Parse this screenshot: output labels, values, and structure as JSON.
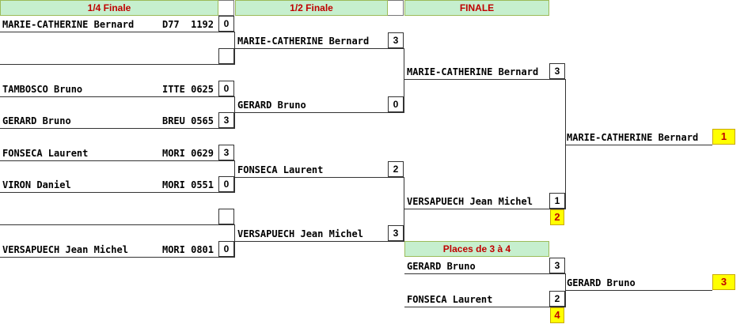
{
  "headers": {
    "quarter": "1/4 Finale",
    "semi": "1/2 Finale",
    "final": "FINALE",
    "places": "Places de 3 à 4"
  },
  "quarter": [
    {
      "name": "MARIE-CATHERINE Bernard",
      "club": "D77  1192",
      "score": "0"
    },
    {
      "name": "",
      "club": "",
      "score": ""
    },
    {
      "name": "TAMBOSCO Bruno",
      "club": "ITTE 0625",
      "score": "0"
    },
    {
      "name": "GERARD Bruno",
      "club": "BREU 0565",
      "score": "3"
    },
    {
      "name": "FONSECA Laurent",
      "club": "MORI 0629",
      "score": "3"
    },
    {
      "name": "VIRON Daniel",
      "club": "MORI 0551",
      "score": "0"
    },
    {
      "name": "",
      "club": "",
      "score": ""
    },
    {
      "name": "VERSAPUECH Jean Michel",
      "club": "MORI 0801",
      "score": "0"
    }
  ],
  "semi": [
    {
      "name": "MARIE-CATHERINE Bernard",
      "score": "3"
    },
    {
      "name": "GERARD Bruno",
      "score": "0"
    },
    {
      "name": "FONSECA Laurent",
      "score": "2"
    },
    {
      "name": "VERSAPUECH Jean Michel",
      "score": "3"
    }
  ],
  "final": [
    {
      "name": "MARIE-CATHERINE Bernard",
      "score": "3"
    },
    {
      "name": "VERSAPUECH Jean Michel",
      "score": "1",
      "rank": "2"
    }
  ],
  "winner": {
    "name": "MARIE-CATHERINE Bernard",
    "rank": "1"
  },
  "places": [
    {
      "name": "GERARD Bruno",
      "score": "3"
    },
    {
      "name": "FONSECA Laurent",
      "score": "2",
      "rank": "4"
    }
  ],
  "third": {
    "name": "GERARD Bruno",
    "rank": "3"
  }
}
